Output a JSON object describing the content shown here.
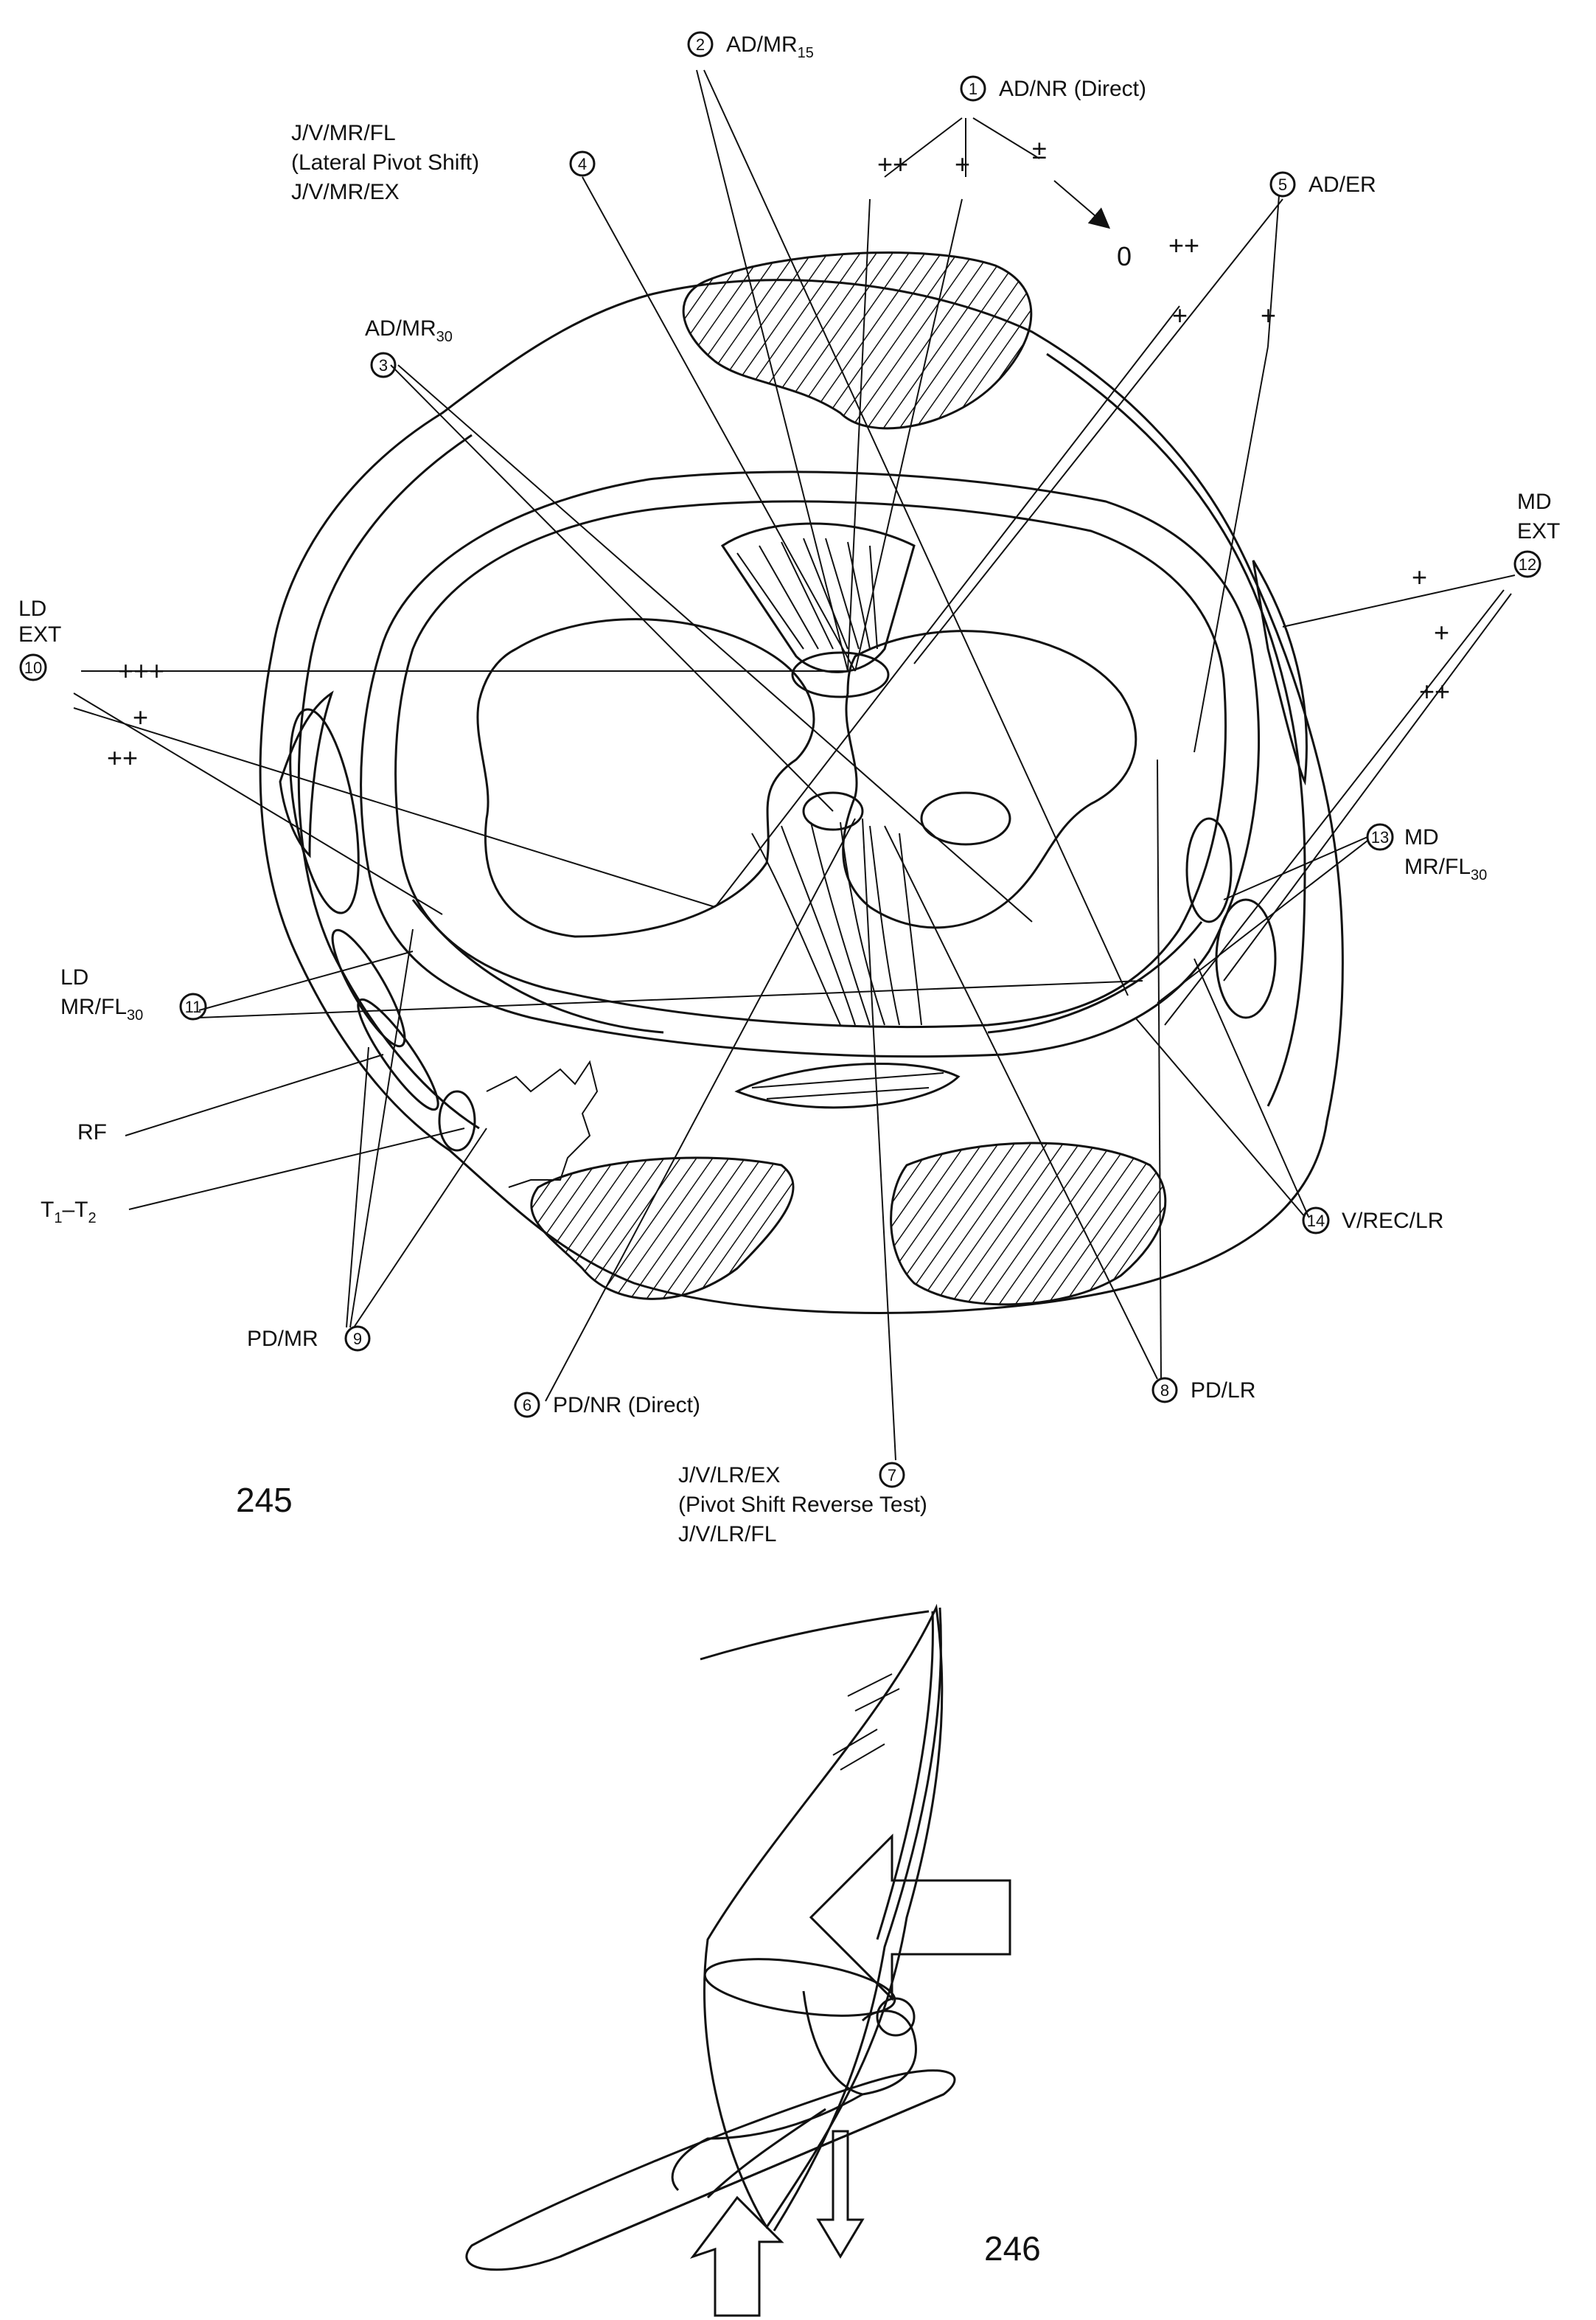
{
  "figure_245": {
    "number": "245",
    "labels": {
      "ad_nr": {
        "n": "1",
        "text": "AD/NR (Direct)"
      },
      "ad_mr15": {
        "n": "2",
        "text": "AD/MR",
        "sub": "15"
      },
      "ad_mr30": {
        "n": "3",
        "text": "AD/MR",
        "sub": "30"
      },
      "lateral_pivot": {
        "n": "4",
        "lines": [
          "J/V/MR/FL",
          "(Lateral Pivot Shift)",
          "J/V/MR/EX"
        ]
      },
      "ad_er": {
        "n": "5",
        "text": "AD/ER"
      },
      "pd_nr": {
        "n": "6",
        "text": "PD/NR (Direct)"
      },
      "pivot_reverse": {
        "n": "7",
        "lines": [
          "J/V/LR/EX",
          "(Pivot Shift Reverse Test)",
          "J/V/LR/FL"
        ]
      },
      "pd_lr": {
        "n": "8",
        "text": "PD/LR"
      },
      "pd_mr": {
        "n": "9",
        "text": "PD/MR"
      },
      "ld_ext": {
        "n": "10",
        "lines": [
          "LD",
          "EXT"
        ]
      },
      "ld_mr_fl30": {
        "n": "11",
        "line1": "LD",
        "text": "MR/FL",
        "sub": "30"
      },
      "md_ext": {
        "n": "12",
        "lines": [
          "MD",
          "EXT"
        ]
      },
      "md_mr_fl30": {
        "n": "13",
        "line1": "MD",
        "text": "MR/FL",
        "sub": "30"
      },
      "v_rec_lr": {
        "n": "14",
        "text": "V/REC/LR"
      },
      "rf": {
        "text": "RF"
      },
      "t1_t2": {
        "text": "T",
        "sub1": "1",
        "dash": "–T",
        "sub2": "2"
      }
    },
    "grades": {
      "ad_nr": [
        "++",
        "+",
        "±",
        "0"
      ],
      "ad_er": [
        "++",
        "+",
        "+"
      ],
      "ld_ext": [
        "+++",
        "+",
        "++"
      ],
      "md_ext": [
        "+",
        "+",
        "++"
      ]
    }
  },
  "figure_246": {
    "number": "246"
  }
}
